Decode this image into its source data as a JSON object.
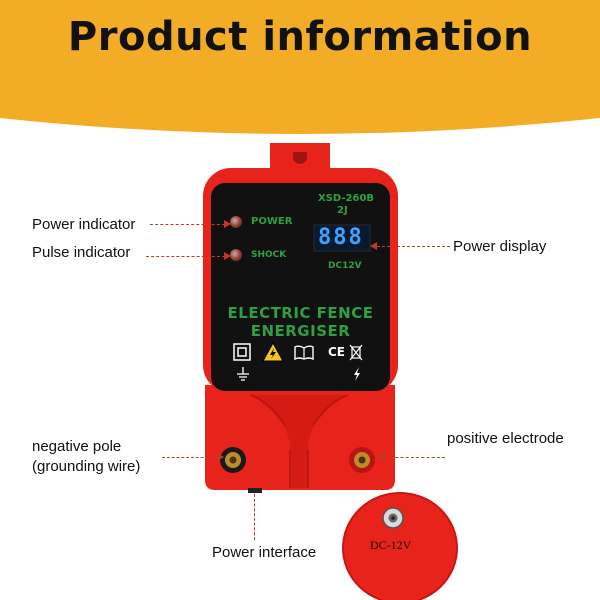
{
  "header": {
    "title": "Product information",
    "bg_color": "#f2ac25"
  },
  "device": {
    "model": "XSD-260B",
    "energy": "2J",
    "power_label": "POWER",
    "shock_label": "SHOCK",
    "display_value": "888",
    "voltage_label": "DC12V",
    "name_line1": "ELECTRIC FENCE",
    "name_line2": "ENERGISER",
    "body_color": "#e8231c",
    "panel_color": "#111111",
    "text_color": "#2ea043",
    "display_color": "#3ea2ff",
    "icons": [
      "double-insulation-icon",
      "warning-lightning-icon",
      "manual-book-icon",
      "ce-mark-icon",
      "weee-bin-icon",
      "ground-symbol-icon",
      "lightning-bolt-icon"
    ],
    "ce_text": "CE"
  },
  "callouts": {
    "power_indicator": "Power indicator",
    "pulse_indicator": "Pulse indicator",
    "power_display": "Power display",
    "negative_pole_line1": "negative pole",
    "negative_pole_line2": "(grounding wire)",
    "positive_electrode": "positive electrode",
    "power_interface": "Power interface"
  },
  "inset": {
    "label": "DC-12V"
  }
}
